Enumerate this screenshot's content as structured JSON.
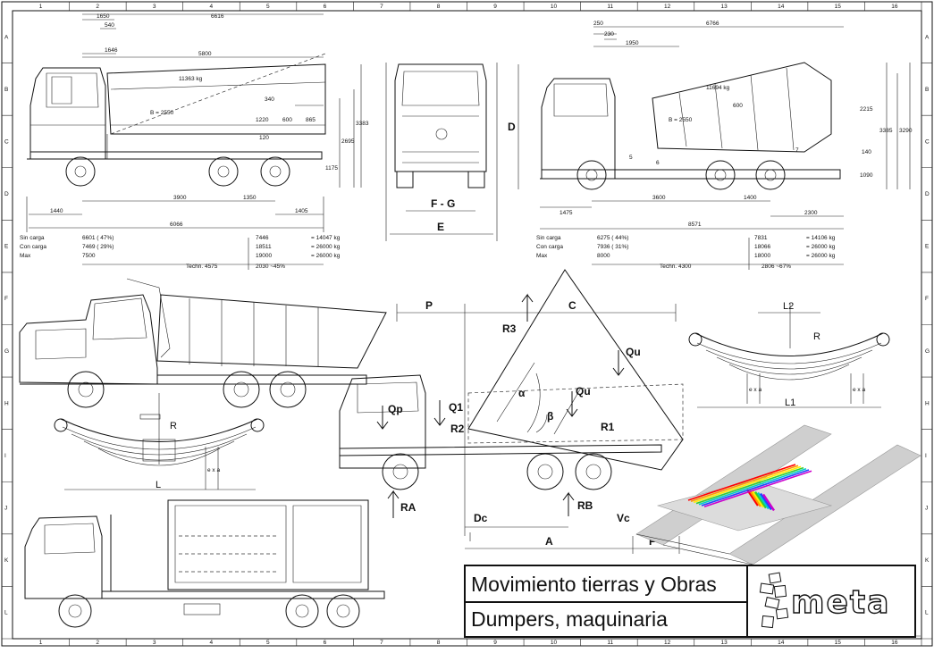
{
  "title": {
    "line1": "Movimiento tierras y Obras",
    "line2": "Dumpers, maquinaria"
  },
  "logo": {
    "text": "meta"
  },
  "border": {
    "cols": [
      "1",
      "2",
      "3",
      "4",
      "5",
      "6",
      "7",
      "8",
      "9",
      "10",
      "11",
      "12",
      "13",
      "14",
      "15",
      "16"
    ],
    "rows": [
      "A",
      "B",
      "C",
      "D",
      "E",
      "F",
      "G",
      "H",
      "I",
      "J",
      "K",
      "L"
    ]
  },
  "dumper_view": {
    "dims_top": [
      "1650",
      "540",
      "6616",
      "1646",
      "5800"
    ],
    "mass": "11363 kg",
    "b": "B = 2550",
    "dims_right": [
      "340",
      "1220",
      "600",
      "865",
      "120",
      "3383",
      "2695",
      "1175"
    ],
    "dims_bottom": [
      "3900",
      "1350",
      "1440",
      "1405",
      "6066"
    ],
    "weights": {
      "rows": [
        "Sin carga",
        "Con carga",
        "Max"
      ],
      "front": [
        "6601 ( 47%)",
        "7469 ( 29%)",
        "7500"
      ],
      "rear": [
        "7446",
        "18511",
        "19000"
      ],
      "total": [
        "= 14047 kg",
        "= 26000 kg",
        "= 26000 kg"
      ],
      "footer": [
        "Techn. 4575",
        "2030 ~45%"
      ]
    }
  },
  "front_view": {
    "labels": [
      "D",
      "F - G",
      "E"
    ]
  },
  "mixer_view": {
    "dims_top": [
      "250",
      "230",
      "1950",
      "6766"
    ],
    "mass": "11694 kg",
    "b": "B = 2550",
    "dims_right": [
      "600",
      "2215",
      "3385",
      "3290",
      "140",
      "1090"
    ],
    "markers": [
      "5",
      "6",
      "7"
    ],
    "dims_bottom": [
      "3600",
      "1400",
      "1475",
      "2300",
      "8571"
    ],
    "weights": {
      "rows": [
        "Sin carga",
        "Con carga",
        "Max"
      ],
      "front": [
        "6275 ( 44%)",
        "7936 ( 31%)",
        "8000"
      ],
      "rear": [
        "7831",
        "18066",
        "18000"
      ],
      "total": [
        "= 14106 kg",
        "= 26000 kg",
        "= 26000 kg"
      ],
      "footer": [
        "Techn. 4300",
        "2806 ~67%"
      ]
    }
  },
  "spring_left": {
    "labels": [
      "R",
      "e x a",
      "L"
    ]
  },
  "spring_right": {
    "labels": [
      "L2",
      "R",
      "e x a",
      "e x a",
      "L1"
    ]
  },
  "force_diagram": {
    "labels": [
      "P",
      "C",
      "R3",
      "Qu",
      "Qu",
      "Qp",
      "Q1",
      "R2",
      "R1",
      "α",
      "β",
      "RA",
      "RB",
      "Dc",
      "Vc",
      "A",
      "F"
    ]
  },
  "colors": {
    "ink": "#111111",
    "frame_grey": "#cfcfcf",
    "rainbow": [
      "#ff0000",
      "#ff9900",
      "#ffee00",
      "#33cc33",
      "#00cccc",
      "#2244ff",
      "#cc00cc"
    ]
  }
}
